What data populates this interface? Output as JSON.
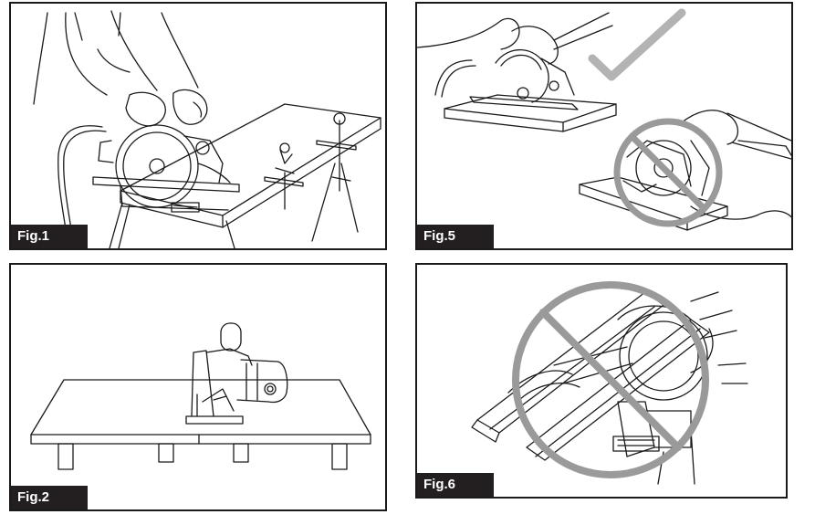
{
  "figures": [
    {
      "id": "fig1",
      "label": "Fig.1",
      "subject": "circular saw cutting board clamped on sawhorses"
    },
    {
      "id": "fig5",
      "label": "Fig.5",
      "subject": "correct vs incorrect support of workpiece"
    },
    {
      "id": "fig2",
      "label": "Fig.2",
      "subject": "saw on large board supported near cut"
    },
    {
      "id": "fig6",
      "label": "Fig.6",
      "subject": "prohibited: cutting with saw held upside down"
    }
  ],
  "colors": {
    "ink": "#1a1a1a",
    "label_bg": "#231f20",
    "label_text": "#ffffff",
    "check_mark": "#b3b3b3",
    "prohibit_mark": "#9a9a9a"
  },
  "icons": [
    "check-mark-icon",
    "prohibition-icon"
  ]
}
